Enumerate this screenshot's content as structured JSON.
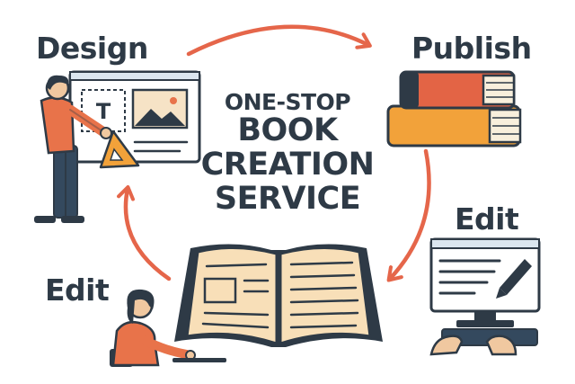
{
  "labels": {
    "design": "Design",
    "publish": "Publish",
    "edit_right": "Edit",
    "edit_left": "Edit"
  },
  "center_title": [
    "ONE-STOP",
    "BOOK",
    "CREATION",
    "SERVICE"
  ],
  "design_canvas_letter": "T",
  "colors": {
    "arrow": "#e5664a",
    "text": "#2e3a46",
    "orange": "#e8734a",
    "book_red": "#e36445",
    "book_yellow": "#f2a23a",
    "page": "#f8dfb8",
    "outline": "#2e3a46",
    "monitor_blue": "#dbe6ef"
  },
  "icons": [
    "designer-figure-icon",
    "design-board-icon",
    "triangle-ruler-icon",
    "stacked-books-icon",
    "computer-monitor-icon",
    "typing-hands-icon",
    "open-book-icon",
    "writer-figure-icon",
    "cycle-arrow-icon"
  ]
}
